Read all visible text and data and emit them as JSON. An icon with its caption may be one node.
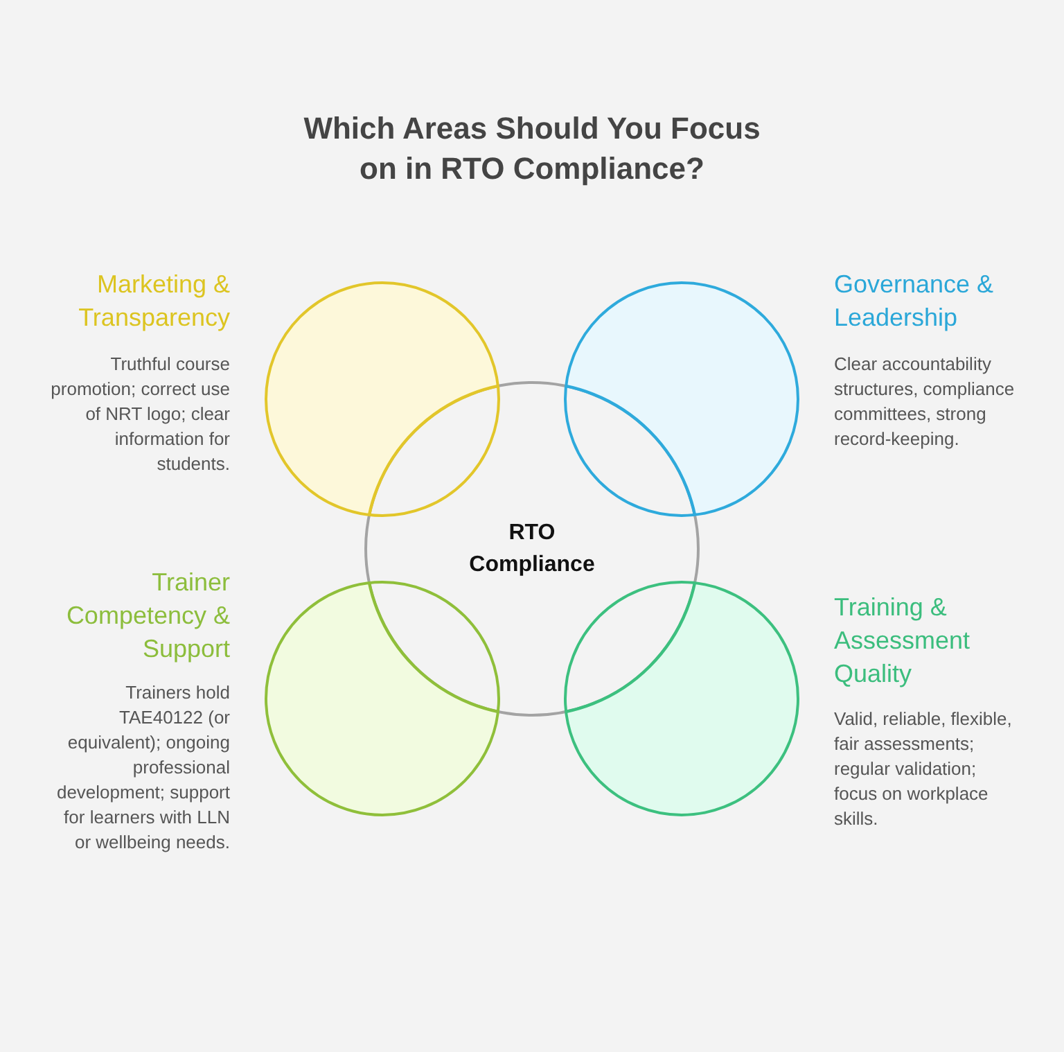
{
  "diagram": {
    "title": "Which Areas Should You Focus on in RTO Compliance?",
    "nodes": [
      {
        "text": [
          "Marketing & Transparency",
          "Truthful course promotion; correct use of NRT logo; clear information for students."
        ]
      },
      {
        "text": [
          "Governance & Leadership",
          "Clear accountability structures, compliance committees, strong record-keeping."
        ]
      },
      {
        "text": [
          "RTO Compliance"
        ]
      },
      {
        "text": [
          "Trainer Competency & Support",
          "Trainers hold TAE40122 (or equivalent); ongoing professional development; support for learners with LLN or wellbeing needs."
        ]
      },
      {
        "text": [
          "Training & Assessment Quality",
          "Valid, reliable, flexible, fair assessments; regular validation; focus on workplace skills."
        ]
      }
    ]
  }
}
